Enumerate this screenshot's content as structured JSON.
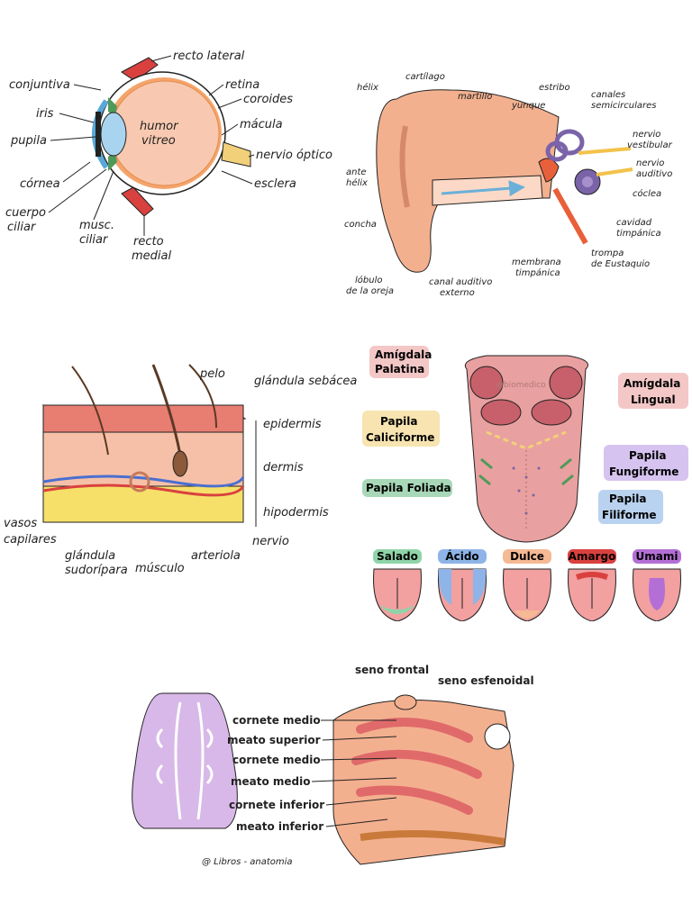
{
  "colors": {
    "skin_pink": "#f4b3a4",
    "ear_peach": "#f3b08f",
    "cochlea_purple": "#7a63a8",
    "tongue_pink": "#e9a0a0",
    "papilla_green": "#8fc9a0",
    "nasal_purple": "#d8b8e8",
    "cornea_blue": "#a9d4ef"
  },
  "eye": {
    "recto_lateral": "recto lateral",
    "conjuntiva": "conjuntiva",
    "retina": "retina",
    "coroides": "coroides",
    "iris": "iris",
    "macula": "mácula",
    "pupila": "pupila",
    "humor_1": "humor",
    "humor_2": "vitreo",
    "nervio_optico": "nervio óptico",
    "cornea": "córnea",
    "esclera": "esclera",
    "cuerpo_1": "cuerpo",
    "cuerpo_2": "ciliar",
    "musc_1": "musc.",
    "musc_2": "ciliar",
    "recto_medial_1": "recto",
    "recto_medial_2": "medial"
  },
  "ear": {
    "cartilago": "cartílago",
    "helix": "hélix",
    "martillo": "martillo",
    "estribo": "estribo",
    "canales_1": "canales",
    "canales_2": "semicirculares",
    "yunque": "yunque",
    "nervio_vest_1": "nervio",
    "nervio_vest_2": "vestibular",
    "nervio_aud_1": "nervio",
    "nervio_aud_2": "auditivo",
    "antehelix_1": "ante",
    "antehelix_2": "hélix",
    "coclea": "cóclea",
    "concha": "concha",
    "cavidad_1": "cavidad",
    "cavidad_2": "timpánica",
    "trompa_1": "trompa",
    "trompa_2": "de Eustaquio",
    "membrana_1": "membrana",
    "membrana_2": "timpánica",
    "lobulo_1": "lóbulo",
    "lobulo_2": "de la oreja",
    "canal_1": "canal auditivo",
    "canal_2": "externo"
  },
  "skin": {
    "pelo": "pelo",
    "glandula_sebacea": "glándula sebácea",
    "epidermis": "epidermis",
    "dermis": "dermis",
    "hipodermis": "hipodermis",
    "vasos_1": "vasos",
    "vasos_2": "capilares",
    "nervio": "nervio",
    "arteriola": "arteriola",
    "glandula_sud_1": "glándula",
    "glandula_sud_2": "sudorípara",
    "musculo": "músculo"
  },
  "tongue": {
    "amigdala_palatina_1": "Amígdala",
    "amigdala_palatina_2": "Palatina",
    "amigdala_lingual_1": "Amígdala",
    "amigdala_lingual_2": "Lingual",
    "papila_caliciforme_1": "Papila",
    "papila_caliciforme_2": "Caliciforme",
    "papila_fungiforme_1": "Papila",
    "papila_fungiforme_2": "Fungiforme",
    "papila_foliada": "Papila Foliada",
    "papila_filiforme_1": "Papila",
    "papila_filiforme_2": "Filiforme",
    "watermark": "@biomedico",
    "tastes": [
      {
        "label": "Salado",
        "color": "#8fd4a8"
      },
      {
        "label": "Ácido",
        "color": "#8eb4e8"
      },
      {
        "label": "Dulce",
        "color": "#f5b994"
      },
      {
        "label": "Amargo",
        "color": "#d9413f"
      },
      {
        "label": "Umami",
        "color": "#b46fd6"
      }
    ]
  },
  "nose": {
    "seno_frontal": "seno frontal",
    "seno_esfenoidal": "seno esfenoidal",
    "cornete_medio": "cornete medio",
    "meato_superior": "meato superior",
    "cornete_medio_2": "cornete medio",
    "meato_medio": "meato medio",
    "cornete_inferior": "cornete inferior",
    "meato_inferior": "meato inferior",
    "credit": "@ Libros - anatomia"
  }
}
